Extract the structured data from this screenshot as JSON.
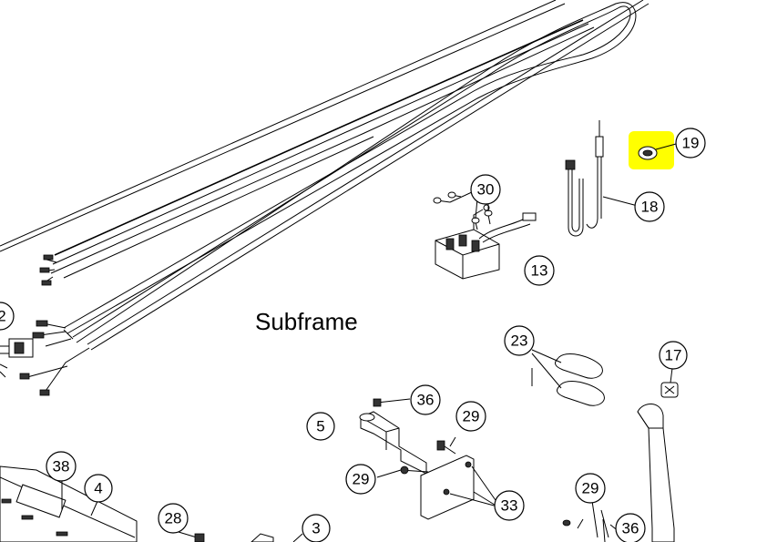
{
  "diagram": {
    "title": "Subframe",
    "highlight_color": "#ffff00",
    "callouts": [
      {
        "id": "c2",
        "label": "2"
      },
      {
        "id": "c3",
        "label": "3"
      },
      {
        "id": "c4",
        "label": "4"
      },
      {
        "id": "c5",
        "label": "5"
      },
      {
        "id": "c13",
        "label": "13"
      },
      {
        "id": "c17",
        "label": "17"
      },
      {
        "id": "c18",
        "label": "18"
      },
      {
        "id": "c19",
        "label": "19"
      },
      {
        "id": "c23",
        "label": "23"
      },
      {
        "id": "c28",
        "label": "28"
      },
      {
        "id": "c29a",
        "label": "29"
      },
      {
        "id": "c29b",
        "label": "29"
      },
      {
        "id": "c29c",
        "label": "29"
      },
      {
        "id": "c30",
        "label": "30"
      },
      {
        "id": "c33",
        "label": "33"
      },
      {
        "id": "c36a",
        "label": "36"
      },
      {
        "id": "c36b",
        "label": "36"
      },
      {
        "id": "c38",
        "label": "38"
      }
    ]
  }
}
